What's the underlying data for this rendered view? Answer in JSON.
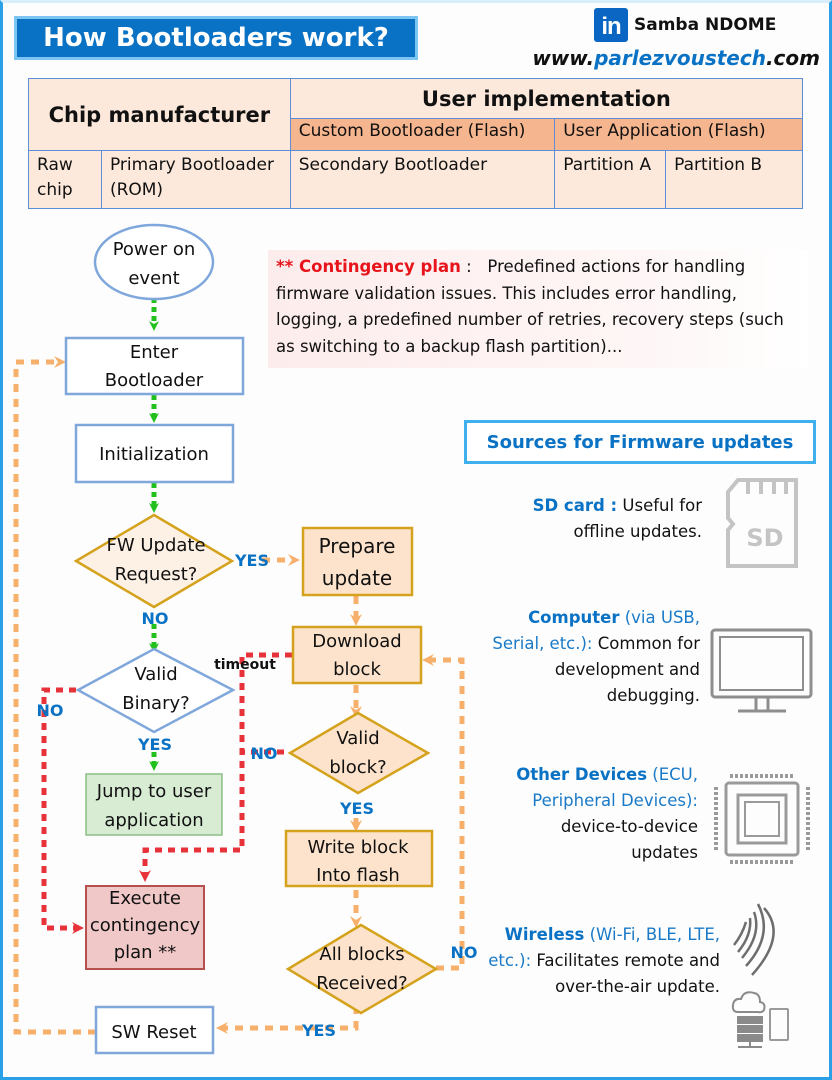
{
  "header": {
    "title": "How Bootloaders work?",
    "author": "Samba NDOME",
    "author_icon": "linkedin-icon",
    "website_prefix": "www.",
    "website_brand": "parlezvoustech",
    "website_suffix": ".com"
  },
  "architecture_table": {
    "chip_manufacturer": "Chip manufacturer",
    "user_implementation": "User implementation",
    "custom_bootloader": "Custom Bootloader (Flash)",
    "user_application": "User Application (Flash)",
    "raw_chip": "Raw chip",
    "primary_bootloader": "Primary Bootloader (ROM)",
    "secondary_bootloader": "Secondary Bootloader",
    "partition_a": "Partition A",
    "partition_b": "Partition B"
  },
  "contingency_note": {
    "label": "** Contingency plan",
    "separator": " :   ",
    "text": "Predefined actions for handling firmware validation issues. This includes error handling, logging, a predefined number of retries, recovery steps (such as switching to a backup flash partition)..."
  },
  "flowchart": {
    "nodes": {
      "power_on": [
        "Power on",
        "event"
      ],
      "enter_bootloader": [
        "Enter",
        "Bootloader"
      ],
      "initialization": [
        "Initialization"
      ],
      "fw_update_request": [
        "FW Update",
        "Request?"
      ],
      "valid_binary": [
        "Valid",
        "Binary?"
      ],
      "jump_to_app": [
        "Jump to user",
        "application"
      ],
      "execute_contingency": [
        "Execute",
        "contingency",
        "plan **"
      ],
      "sw_reset": [
        "SW Reset"
      ],
      "prepare_update": [
        "Prepare",
        "update"
      ],
      "download_block": [
        "Download",
        "block"
      ],
      "valid_block": [
        "Valid",
        "block?"
      ],
      "write_block": [
        "Write block",
        "Into flash"
      ],
      "all_blocks": [
        "All blocks",
        "Received?"
      ]
    },
    "edge_labels": {
      "fw_yes": "YES",
      "fw_no": "NO",
      "binary_yes": "YES",
      "binary_no": "NO",
      "timeout": "timeout",
      "block_no": "NO",
      "block_yes": "YES",
      "all_no": "NO",
      "all_yes": "YES"
    }
  },
  "sources": {
    "title": "Sources for Firmware updates",
    "items": [
      {
        "key": "SD card :",
        "paren": "",
        "desc": "Useful for offline updates.",
        "icon": "sd-card-icon"
      },
      {
        "key": "Computer",
        "paren": "(via USB, Serial, etc.):",
        "desc": "Common for development and debugging.",
        "icon": "monitor-icon"
      },
      {
        "key": "Other Devices",
        "paren": "(ECU, Peripheral Devices):",
        "desc": "device-to-device updates",
        "icon": "chip-icon"
      },
      {
        "key": "Wireless",
        "paren": "(Wi-Fi, BLE, LTE, etc.):",
        "desc": "Facilitates remote and over-the-air update.",
        "icon": "wireless-signal-icon"
      }
    ]
  },
  "colors": {
    "accent_blue": "#0a72c4",
    "frame_blue": "#2aa0e6",
    "highlight_red": "#e8141b",
    "flow_green": "#22c01c",
    "flow_orange": "#f7b06c",
    "flow_red": "#e8323a",
    "box_blue_border": "#7fa7dc",
    "box_gold_border": "#d4a21c",
    "box_peach_fill": "#fde3cb",
    "box_green_fill": "#d7ecd3",
    "box_red_fill": "#f0c8c8",
    "table_fill": "#fde9dc",
    "table_subheader_fill": "#f5b58e"
  }
}
